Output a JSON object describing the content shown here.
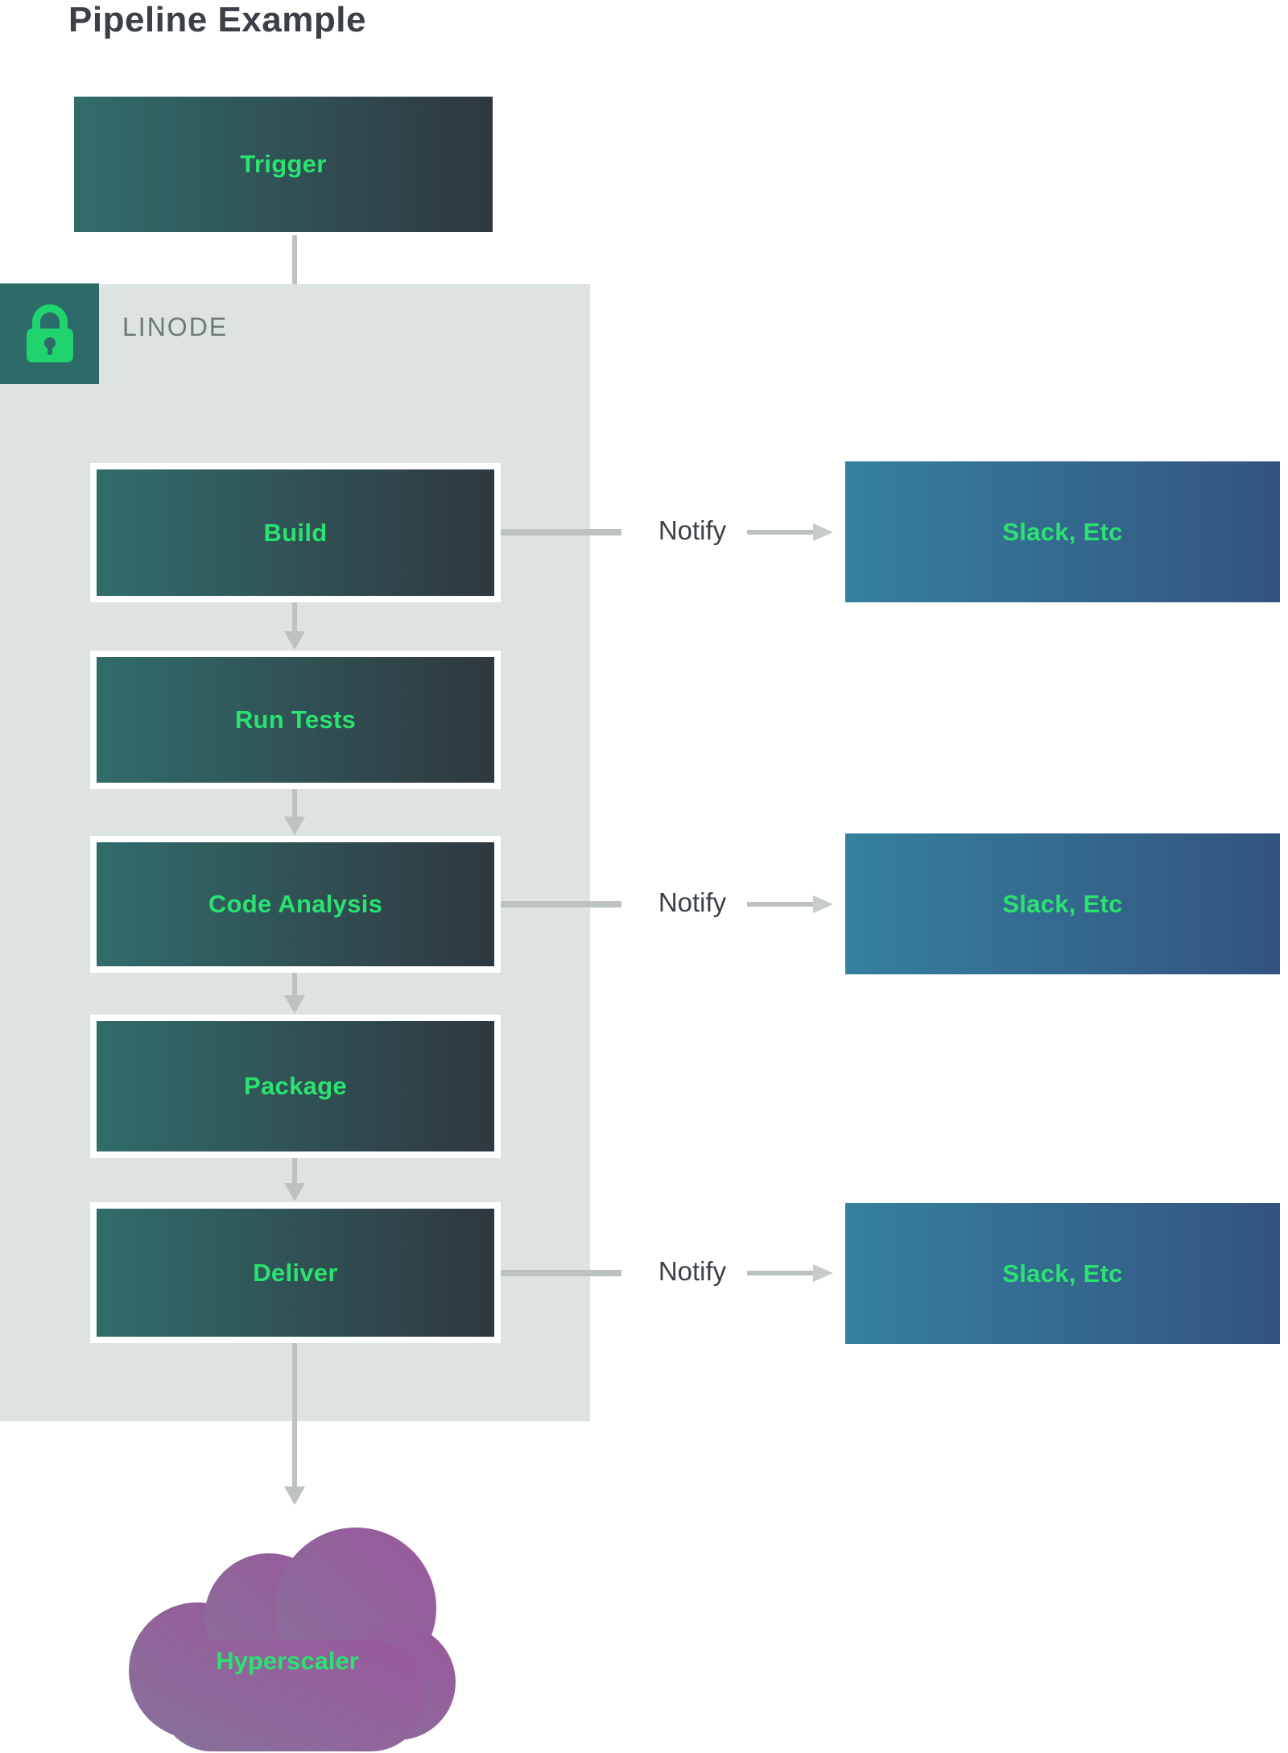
{
  "title": "Pipeline Example",
  "zone": {
    "label": "LINODE",
    "icon": "lock-icon"
  },
  "trigger": {
    "label": "Trigger"
  },
  "pipeline": [
    {
      "label": "Build",
      "notify": true
    },
    {
      "label": "Run Tests",
      "notify": false
    },
    {
      "label": "Code Analysis",
      "notify": true
    },
    {
      "label": "Package",
      "notify": false
    },
    {
      "label": "Deliver",
      "notify": true
    }
  ],
  "notify": {
    "label": "Notify",
    "target_label": "Slack, Etc"
  },
  "cloud": {
    "label": "Hyperscaler"
  },
  "colors": {
    "accent_green": "#2ae26f",
    "stage_gradient_start": "#316c6b",
    "stage_gradient_end": "#2f3840",
    "slack_gradient_start": "#35809f",
    "slack_gradient_end": "#33537f",
    "zone_background": "#dce3e1",
    "lock_badge_background": "#2c6b67",
    "cloud_gradient_start": "#887199",
    "cloud_gradient_end": "#99589d",
    "arrow_gray": "#bcc2c2",
    "title_text": "#3a4046",
    "zone_label_text": "#6f7a7b"
  }
}
